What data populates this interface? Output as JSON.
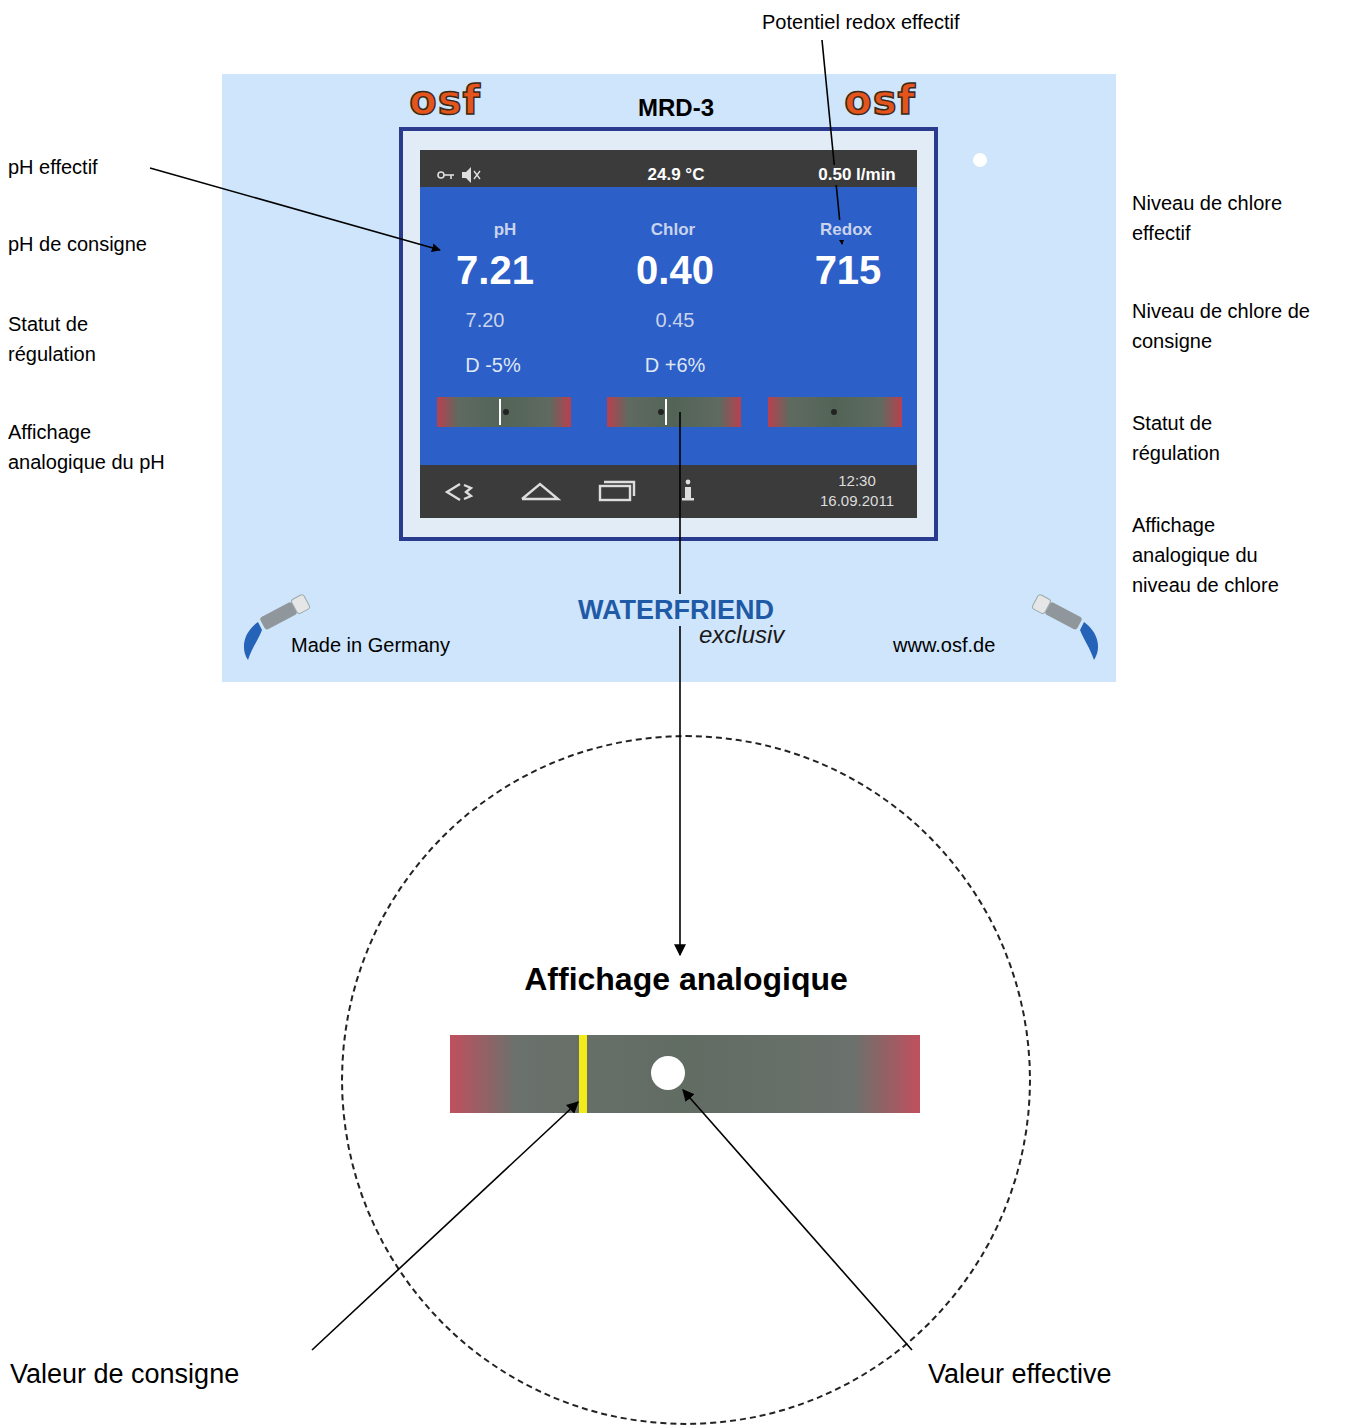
{
  "diagram": {
    "nodes": [
      {
        "text": [
          "osf",
          "MRD-3",
          "osf",
          "Made in Germany",
          "WATERFRIEND",
          "exclusiv",
          "www.osf.de"
        ]
      },
      {
        "text": [
          "24.9 °C",
          "0.50 l/min",
          "pH",
          "Chlor",
          "Redox",
          "7.21",
          "0.40",
          "715",
          "7.20",
          "0.45",
          "D -5%",
          "D +6%",
          "12:30 16.09.2011"
        ],
        "in": 0
      },
      {
        "text": [
          "Affichage analogique"
        ]
      }
    ],
    "labels": [
      "Potentiel redox effectif",
      "pH effectif",
      "pH de consigne",
      "Statut de régulation",
      "Affichage analogique du pH",
      "Niveau de chlore effectif",
      "Niveau de chlore de consigne",
      "Statut de régulation",
      "Affichage analogique du niveau de chlore",
      "Valeur de consigne",
      "Valeur effective"
    ]
  }
}
